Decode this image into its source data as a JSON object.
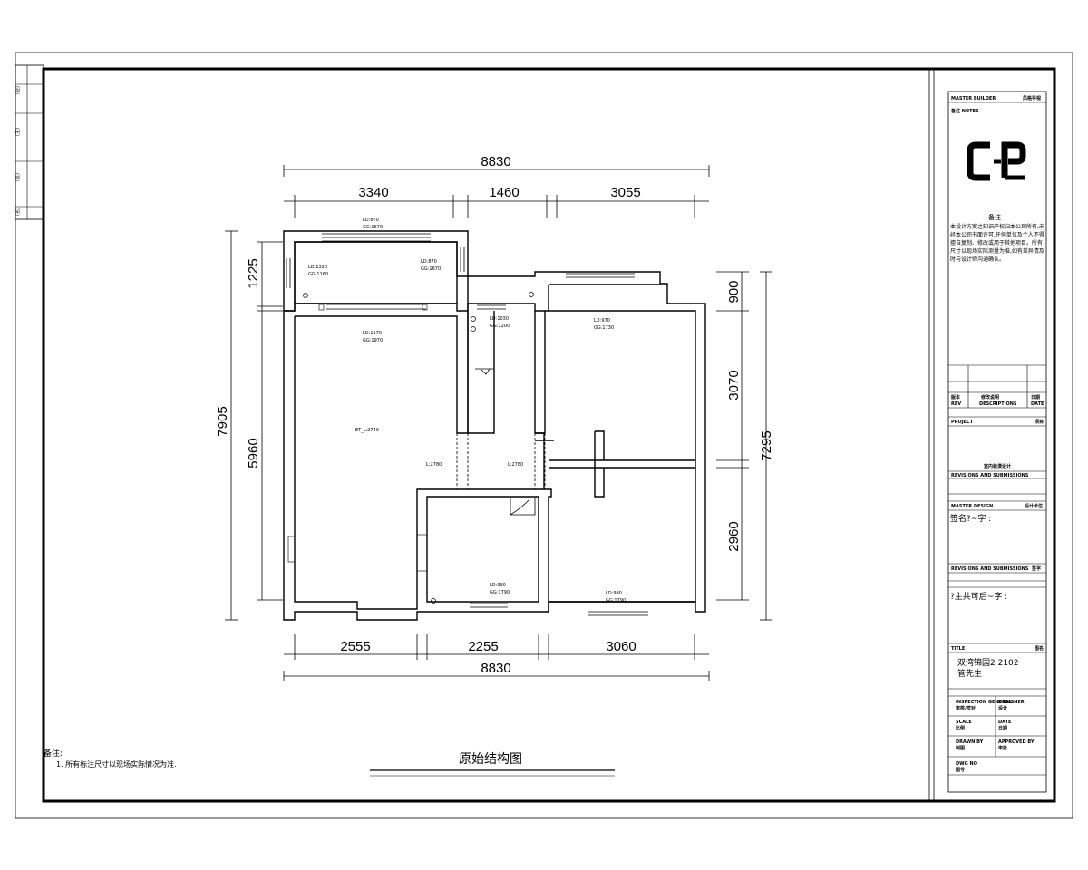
{
  "dimensions": {
    "top_total": "8830",
    "top_segments": [
      "3340",
      "1460",
      "3055"
    ],
    "bottom_segments": [
      "2555",
      "2255",
      "3060"
    ],
    "bottom_total": "8830",
    "left_total": "7905",
    "left_segments": [
      "1225",
      "5960"
    ],
    "right_segments": [
      "900",
      "3070",
      "2960"
    ],
    "right_total": "7295"
  },
  "rooms": {
    "balcony_window_top": [
      "LD:870",
      "GG:1670"
    ],
    "balcony_window_left": [
      "LD:1320",
      "GG:1160"
    ],
    "balcony_window_right": [
      "LD:870",
      "GG:1670"
    ],
    "living_window": [
      "LD:1170",
      "GG:1970"
    ],
    "corridor_window": [
      "LD:1030",
      "GG:1200"
    ],
    "bedroom1_window": [
      "LD:970",
      "GG:1730"
    ],
    "bedroom3_window": [
      "LD:990",
      "GG:1790"
    ],
    "bedroom2_window": [
      "LD:990",
      "GG:1790"
    ],
    "living_height": "ET_L:2740",
    "door_height_left": "L:2780",
    "door_height_right": "L:2780"
  },
  "drawing_title": "原始结构图",
  "notes": {
    "label": "备注:",
    "item1": "1. 所有标注尺寸以现场实际情况为准."
  },
  "left_strip": [
    "(业)",
    "(主)",
    "(签)",
    "(名)"
  ],
  "title_block": {
    "master_builder": "MASTER BUILDER",
    "master_builder_cn": "风格导视",
    "notes_label": "备注 NOTES",
    "logo": "C-P",
    "notes_heading": "备注",
    "notes_body": "本设计方案之知识产权归本公司所有,未经本公司书面许可,任何单位及个人不得擅自复制、修改或用于其他项目。所有尺寸以现场实际测量为准,如有差异请及时与设计师沟通确认。",
    "rev_label": "REV",
    "rev_cn": "版本",
    "desc_label": "DESCRIPTIONS",
    "desc_cn": "修改说明",
    "date_label": "DATE",
    "date_cn": "日期",
    "project_label": "PROJECT",
    "project_cn": "项目",
    "project_value": "室内装潢设计",
    "revisions_label": "REVISIONS AND SUBMISSIONS",
    "master_design": "MASTER DESIGN",
    "master_design_cn": "设计单位",
    "signature1": "签名?~字 :",
    "revisions_label2": "REVISIONS AND SUBMISSIONS",
    "revisions_cn2": "签字",
    "signature2": "?主共可后~字 :",
    "title_label": "TITLE",
    "title_cn": "图名",
    "title_value_line1": "双湾锦园2 2102",
    "title_value_line2": "管先生",
    "inspection": "INSPECTION GENERAL",
    "inspection_cn": "审核/校对",
    "designer": "DESIGNER",
    "designer_cn": "设计",
    "scale": "SCALE",
    "scale_cn": "比例",
    "date2": "DATE",
    "date2_cn": "日期",
    "drawn_by": "DRAWN BY",
    "drawn_by_cn": "制图",
    "approved": "APPROVED BY",
    "approved_cn": "审批",
    "dwg_no": "DWG NO",
    "dwg_no_cn": "图号"
  }
}
